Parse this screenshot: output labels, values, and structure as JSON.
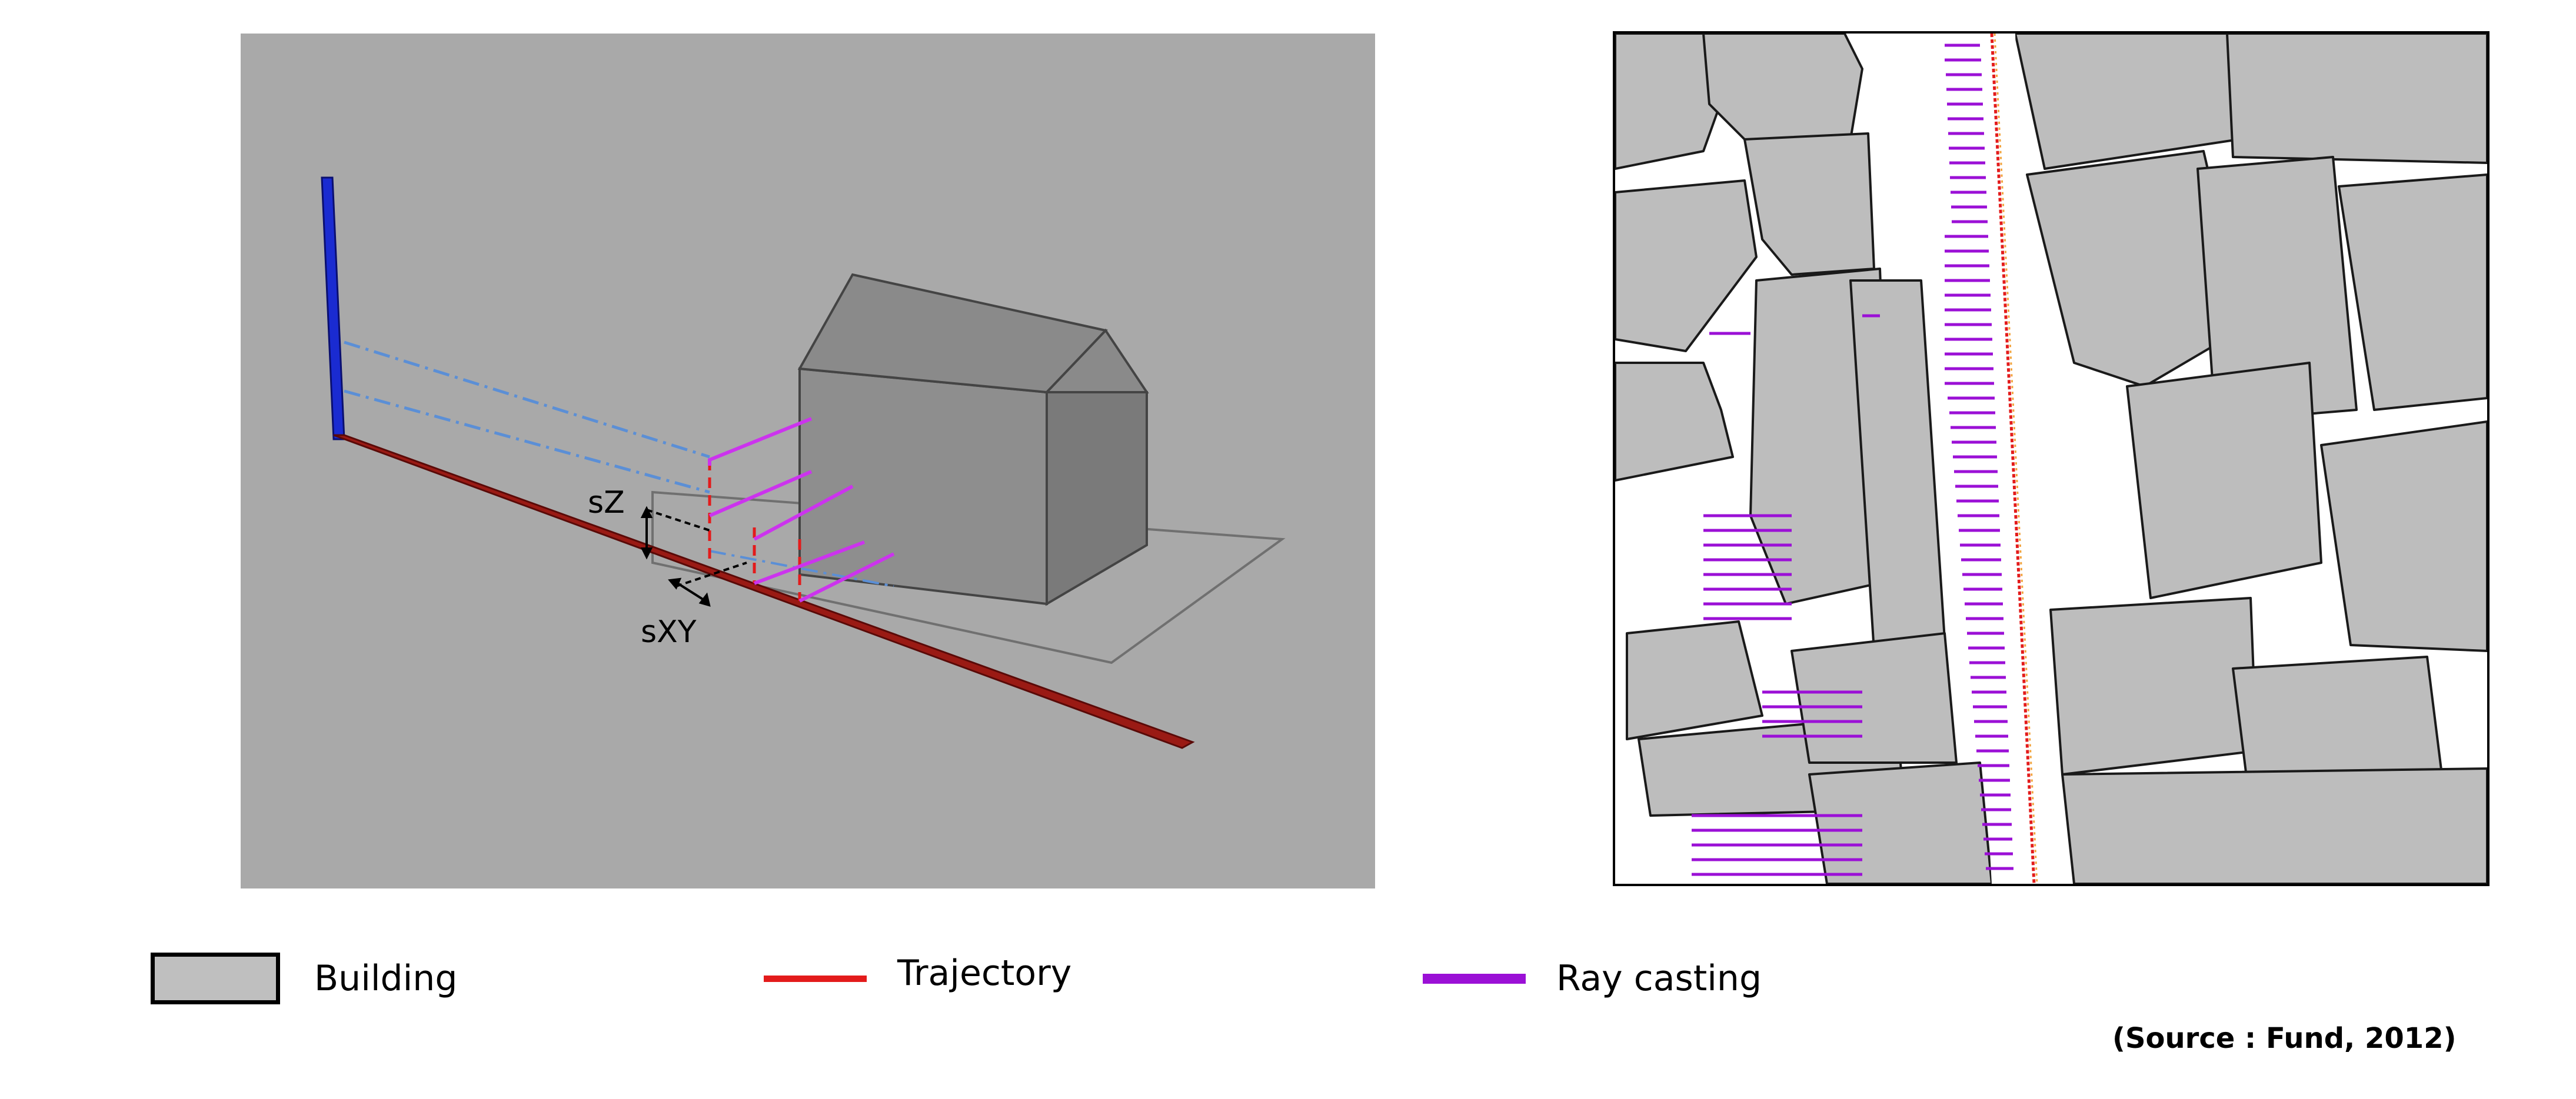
{
  "left_diagram": {
    "label_sz": "sZ",
    "label_sxy": "sXY"
  },
  "legend": {
    "building_label": "Building",
    "trajectory_label": "Trajectory",
    "ray_casting_label": "Ray casting"
  },
  "source": "(Source : Fund, 2012)",
  "colors": {
    "panel_background": "#a9a9a9",
    "building_fill": "#bfbfbf",
    "trajectory": "#e31b1b",
    "ray_casting": "#9b10d6",
    "vertical_axis": "#1a2bd1",
    "ground_axis": "#9a1a14",
    "dash_dot_projection": "#5b8fd6"
  }
}
